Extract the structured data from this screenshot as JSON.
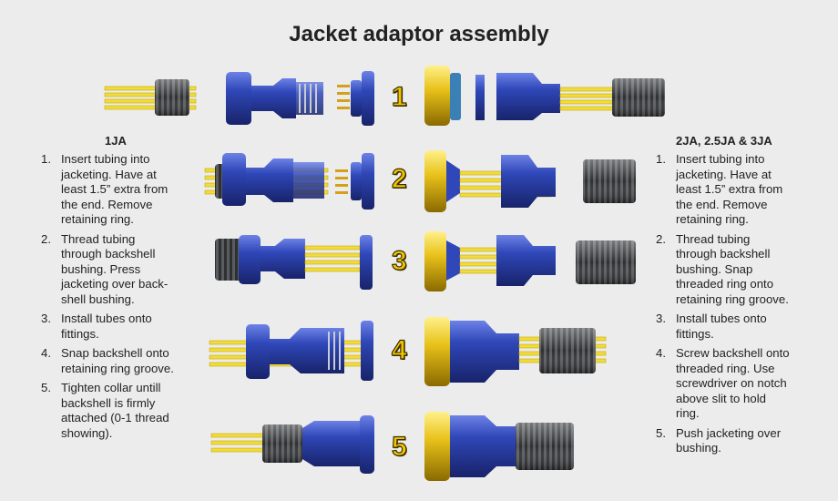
{
  "title": "Jacket adaptor assembly",
  "left_column": {
    "heading": "1JA",
    "steps": [
      {
        "n": "1.",
        "text": "Insert tubing into\njacketing.  Have at\nleast  1.5” extra from\nthe end.  Remove\nretaining ring."
      },
      {
        "n": "2.",
        "text": "Thread tubing\nthrough backshell\nbushing.  Press\njacketing over back-\nshell bushing."
      },
      {
        "n": "3.",
        "text": "Install tubes onto\nfittings."
      },
      {
        "n": "4.",
        "text": "Snap backshell onto\nretaining ring groove."
      },
      {
        "n": "5.",
        "text": "Tighten collar untill\nbackshell is firmly\nattached (0-1 thread\nshowing)."
      }
    ]
  },
  "right_column": {
    "heading": "2JA, 2.5JA & 3JA",
    "steps": [
      {
        "n": "1.",
        "text": "Insert tubing into\njacketing.  Have at\nleast  1.5” extra from\nthe end.  Remove\nretaining ring."
      },
      {
        "n": "2.",
        "text": "Thread tubing\nthrough backshell\nbushing.  Snap\nthreaded ring onto\nretaining ring groove."
      },
      {
        "n": "3.",
        "text": "Install tubes onto\nfittings."
      },
      {
        "n": "4.",
        "text": "Screw backshell onto\nthreaded ring.  Use\nscrewdriver on notch\nabove slit to hold\nring."
      },
      {
        "n": "5.",
        "text": "Push jacketing over\nbushing."
      }
    ]
  },
  "step_numbers": [
    "1",
    "2",
    "3",
    "4",
    "5"
  ],
  "colors": {
    "background": "#ececec",
    "part_blue": "#2a3fa8",
    "part_gold": "#e8c21a",
    "tube_yellow": "#f0dc3c",
    "jacket_gray": "#55585a"
  }
}
